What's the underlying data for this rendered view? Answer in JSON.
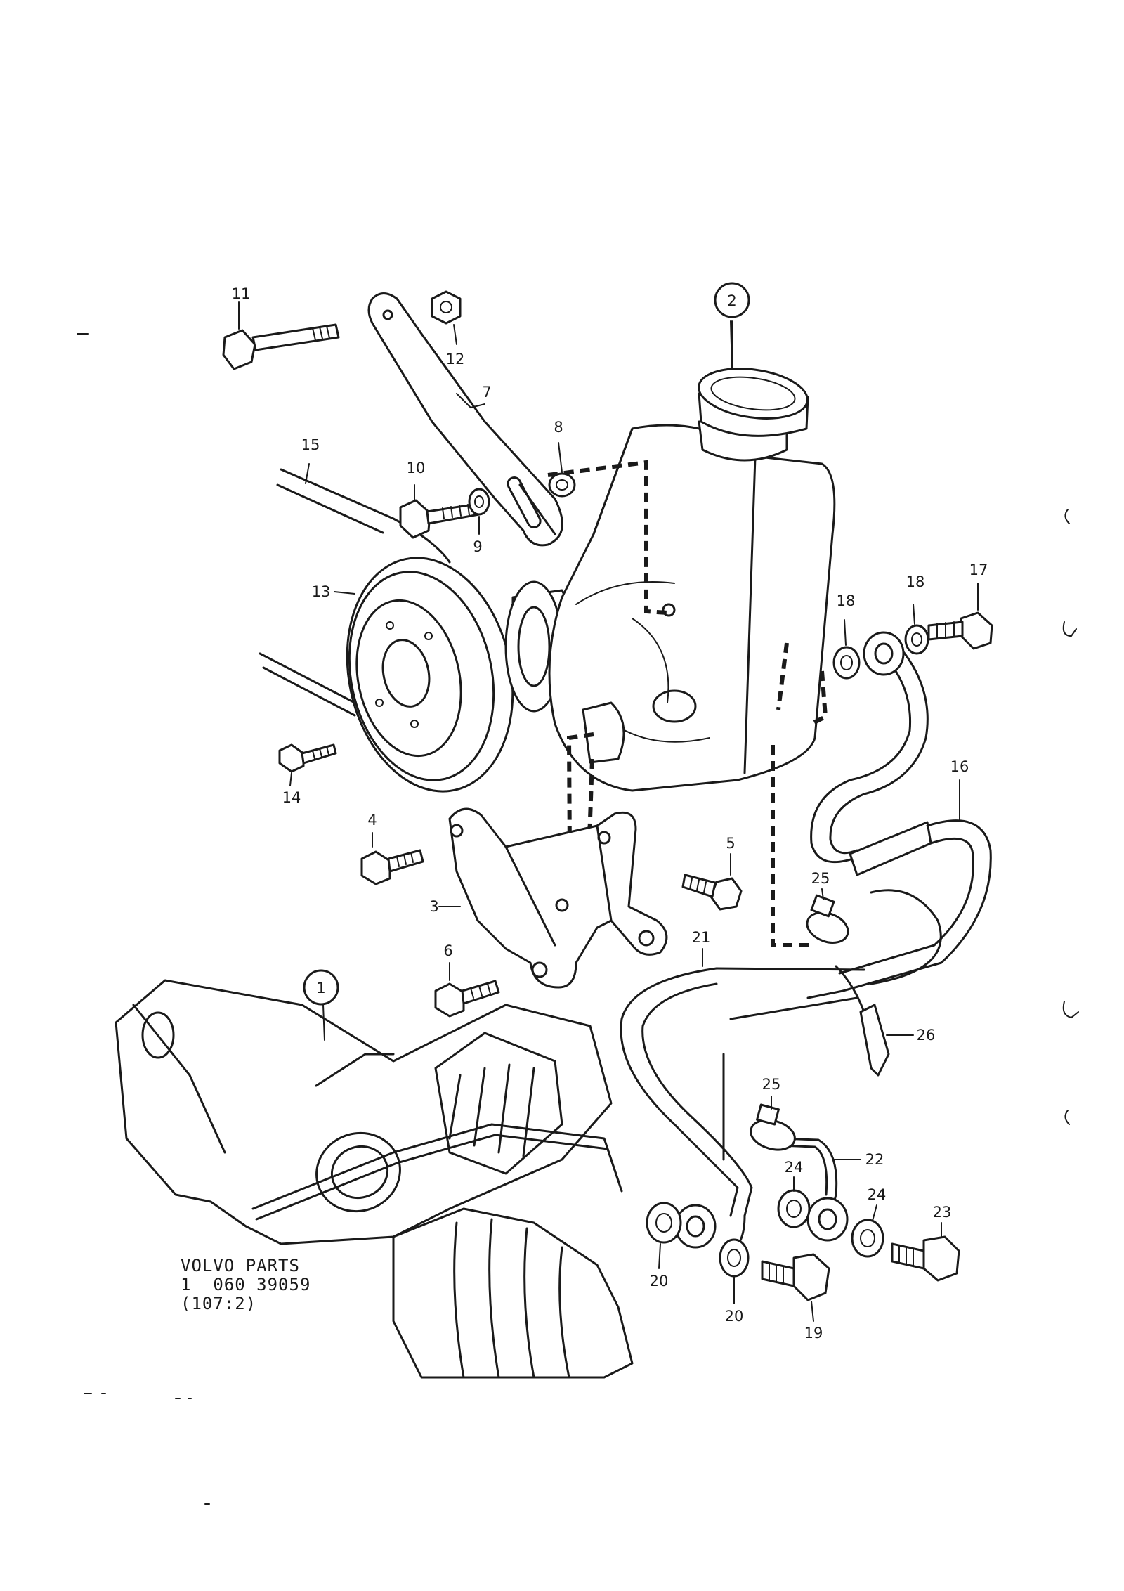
{
  "caption": {
    "brand": "VOLVO PARTS",
    "drawing_number": "1  060 39059",
    "reference": "(107:2)"
  },
  "callouts": {
    "c1": "1",
    "c2": "2",
    "c3": "3",
    "c4": "4",
    "c5": "5",
    "c6": "6",
    "c7": "7",
    "c8": "8",
    "c9": "9",
    "c10": "10",
    "c11": "11",
    "c12": "12",
    "c13": "13",
    "c14": "14",
    "c15": "15",
    "c16": "16",
    "c17": "17",
    "c18a": "18",
    "c18b": "18",
    "c19": "19",
    "c20a": "20",
    "c20b": "20",
    "c21": "21",
    "c22": "22",
    "c23": "23",
    "c24a": "24",
    "c24b": "24",
    "c25a": "25",
    "c25b": "25",
    "c26": "26"
  },
  "icons": {
    "bolt": "hex-bolt-icon",
    "nut": "hex-nut-icon",
    "washer": "washer-icon",
    "clamp": "hose-clamp-icon"
  },
  "colors": {
    "ink": "#1a1a1a",
    "paper": "#ffffff"
  }
}
